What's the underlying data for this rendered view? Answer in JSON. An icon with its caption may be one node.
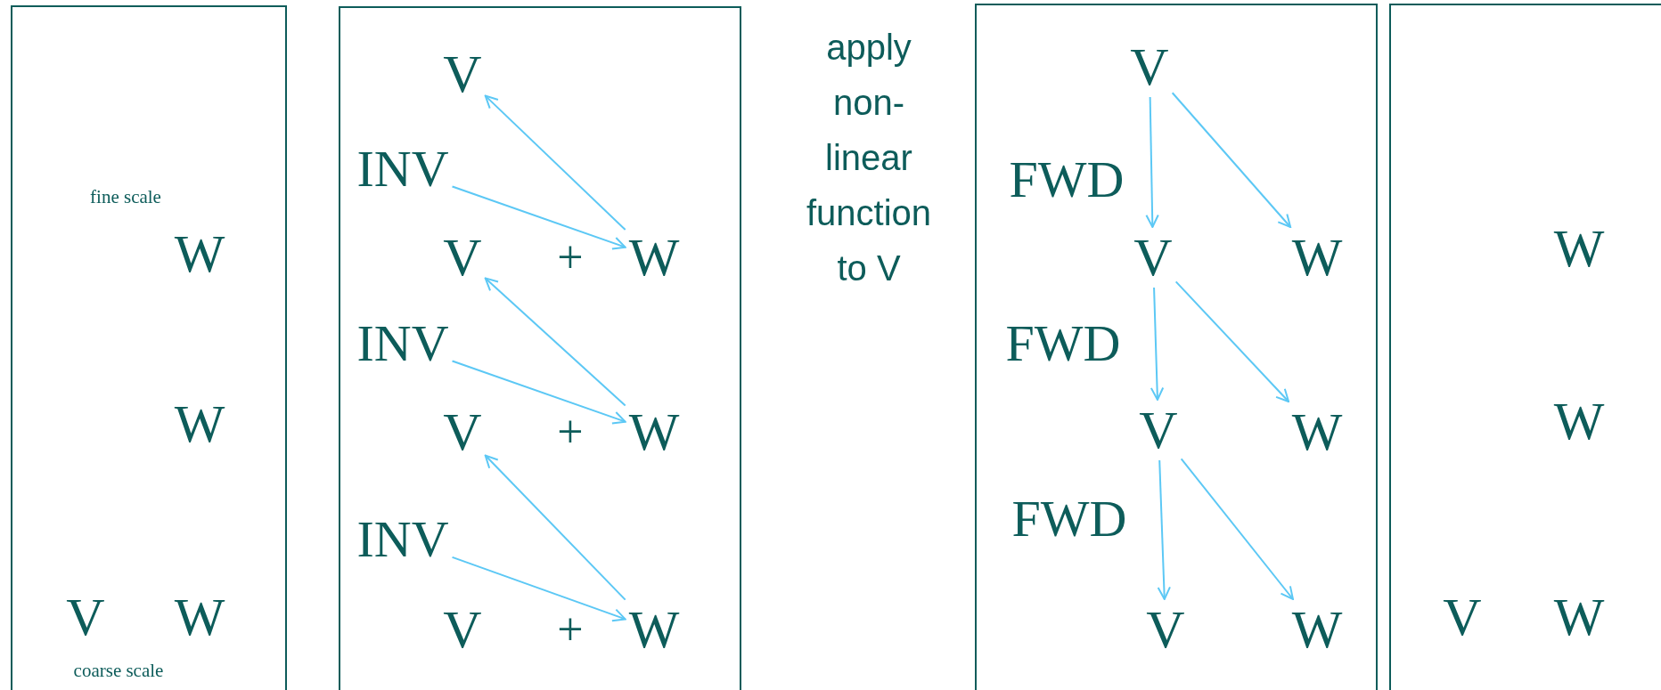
{
  "diagram": {
    "nodes": [
      {
        "text": [],
        "shape": "box"
      },
      {
        "text": [
          "fine scale"
        ],
        "in": 0
      },
      {
        "text": [
          "W"
        ],
        "in": 0
      },
      {
        "text": [
          "W"
        ],
        "in": 0
      },
      {
        "text": [
          "V"
        ],
        "in": 0
      },
      {
        "text": [
          "W"
        ],
        "in": 0
      },
      {
        "text": [
          "coarse scale"
        ],
        "in": 0
      },
      {
        "text": [],
        "shape": "box"
      },
      {
        "text": [
          "V"
        ],
        "in": 7
      },
      {
        "text": [
          "INV"
        ],
        "in": 7
      },
      {
        "text": [
          "V"
        ],
        "in": 7
      },
      {
        "text": [
          "+"
        ],
        "in": 7
      },
      {
        "text": [
          "W"
        ],
        "in": 7
      },
      {
        "text": [
          "INV"
        ],
        "in": 7
      },
      {
        "text": [
          "V"
        ],
        "in": 7
      },
      {
        "text": [
          "+"
        ],
        "in": 7
      },
      {
        "text": [
          "W"
        ],
        "in": 7
      },
      {
        "text": [
          "INV"
        ],
        "in": 7
      },
      {
        "text": [
          "V"
        ],
        "in": 7
      },
      {
        "text": [
          "+"
        ],
        "in": 7
      },
      {
        "text": [
          "W"
        ],
        "in": 7
      },
      {
        "text": [],
        "shape": "box"
      },
      {
        "text": [
          "V"
        ],
        "in": 21
      },
      {
        "text": [
          "FWD"
        ],
        "in": 21
      },
      {
        "text": [
          "V"
        ],
        "in": 21
      },
      {
        "text": [
          "W"
        ],
        "in": 21
      },
      {
        "text": [
          "FWD"
        ],
        "in": 21
      },
      {
        "text": [
          "V"
        ],
        "in": 21
      },
      {
        "text": [
          "W"
        ],
        "in": 21
      },
      {
        "text": [
          "FWD"
        ],
        "in": 21
      },
      {
        "text": [
          "V"
        ],
        "in": 21
      },
      {
        "text": [
          "W"
        ],
        "in": 21
      },
      {
        "text": [],
        "shape": "box"
      },
      {
        "text": [
          "W"
        ],
        "in": 32
      },
      {
        "text": [
          "W"
        ],
        "in": 32
      },
      {
        "text": [
          "V"
        ],
        "in": 32
      },
      {
        "text": [
          "W"
        ],
        "in": 32
      }
    ],
    "edges": [
      {
        "from": 12,
        "to": 8,
        "arrow": "to"
      },
      {
        "from": 9,
        "to": 12,
        "arrow": "to"
      },
      {
        "from": 16,
        "to": 10,
        "arrow": "to"
      },
      {
        "from": 13,
        "to": 16,
        "arrow": "to"
      },
      {
        "from": 20,
        "to": 14,
        "arrow": "to"
      },
      {
        "from": 17,
        "to": 20,
        "arrow": "to"
      },
      {
        "from": 22,
        "to": 24,
        "arrow": "to"
      },
      {
        "from": 22,
        "to": 25,
        "arrow": "to"
      },
      {
        "from": 24,
        "to": 27,
        "arrow": "to"
      },
      {
        "from": 24,
        "to": 28,
        "arrow": "to"
      },
      {
        "from": 27,
        "to": 30,
        "arrow": "to"
      },
      {
        "from": 27,
        "to": 31,
        "arrow": "to"
      }
    ],
    "labels": [
      "apply non-linear function to V"
    ]
  }
}
